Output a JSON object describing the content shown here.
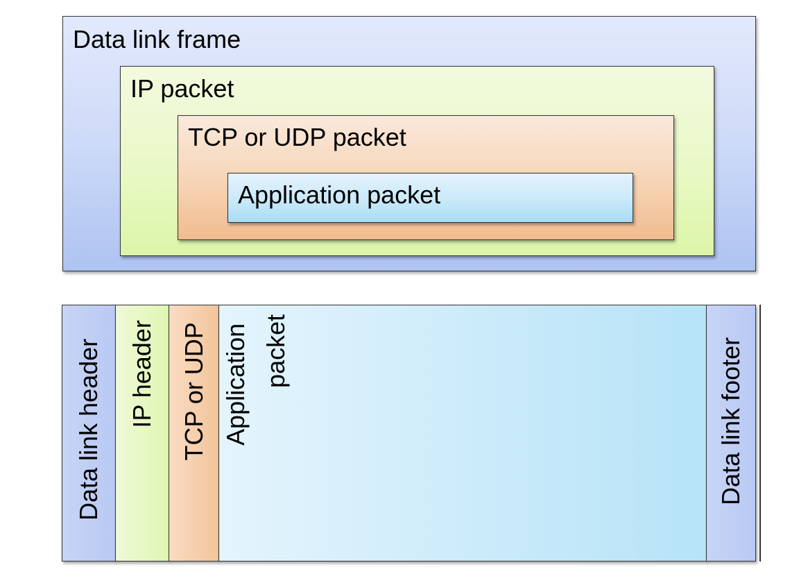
{
  "nested": {
    "frame_label": "Data link frame",
    "ip_label": "IP packet",
    "tcp_label": "TCP or UDP packet",
    "app_label": "Application packet"
  },
  "linear": {
    "dl_header": "Data link header",
    "ip_header": "IP header",
    "tcp_header": "TCP or UDP",
    "app_line1": "Application",
    "app_line2": "packet",
    "dl_footer": "Data link footer"
  },
  "colors": {
    "frame": "#cddaf8",
    "ip": "#e9f8c6",
    "tcp": "#f6d4b5",
    "app": "#c9e9f9",
    "border": "#333333"
  }
}
